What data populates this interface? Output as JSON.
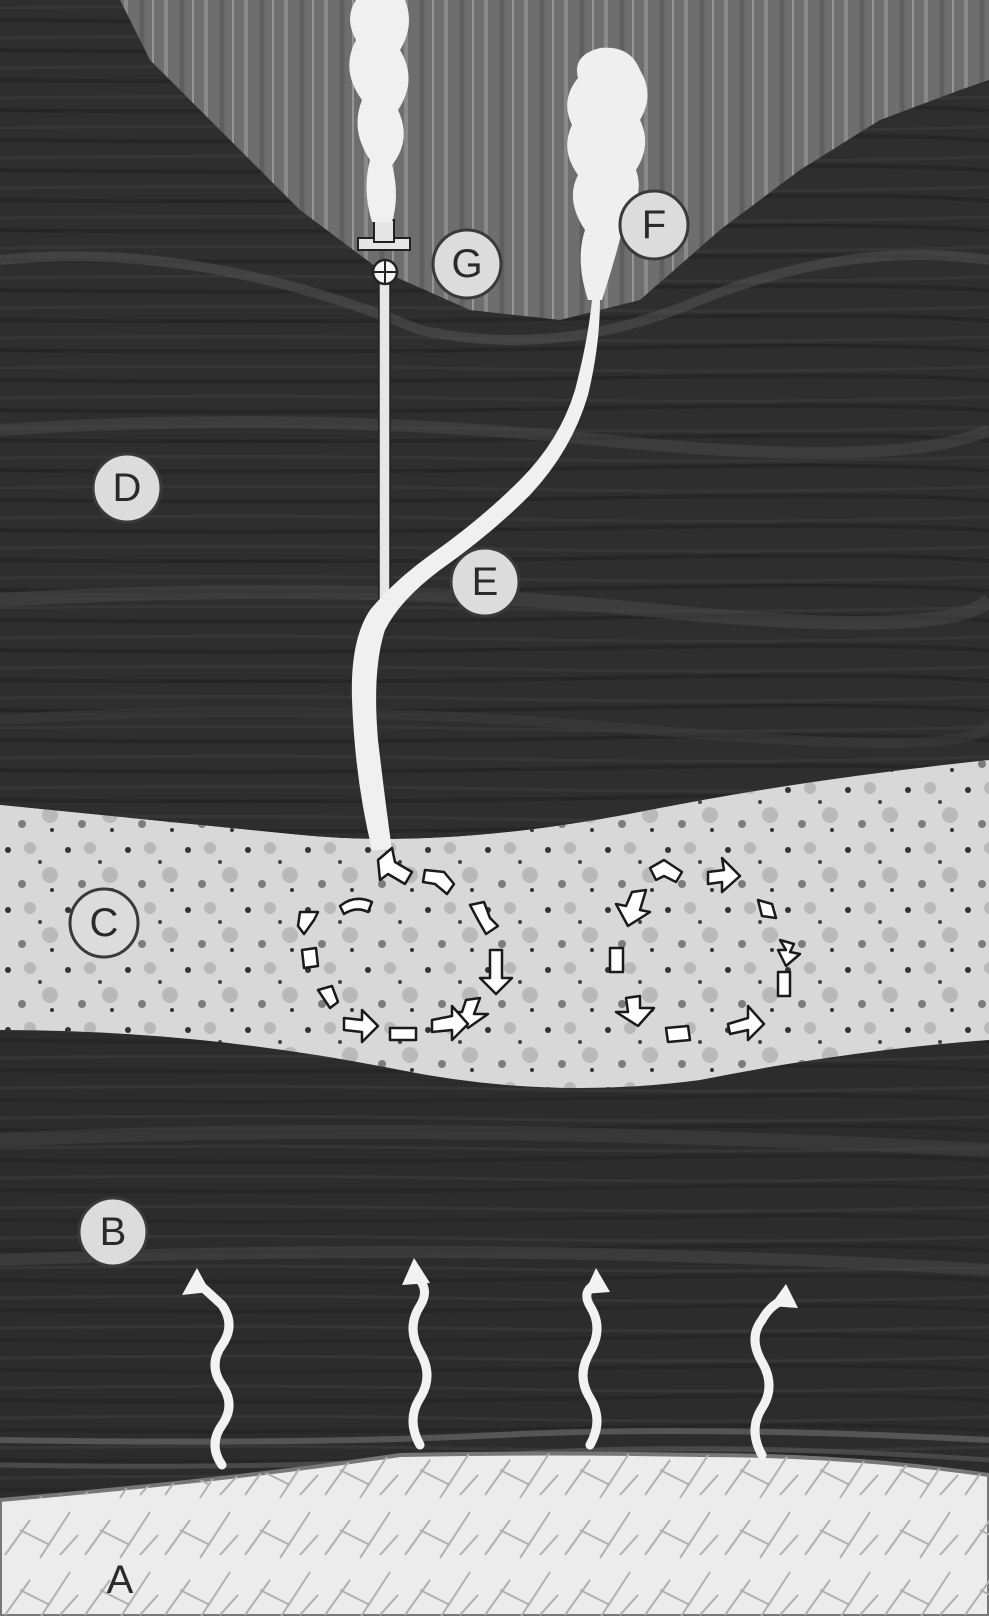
{
  "labels": {
    "A": "A",
    "B": "B",
    "C": "C",
    "D": "D",
    "E": "E",
    "F": "F",
    "G": "G"
  },
  "colors": {
    "sky": "#6e6e6e",
    "rock_dark": "#2e2e2e",
    "rock_mid": "#4a4a4a",
    "reservoir": "#d8d8d8",
    "magma": "#ececec",
    "steam": "#f0f0f0",
    "callout_fill": "#dcdcdc"
  },
  "icons": {
    "well_valve": "valve-icon",
    "heat_flow": "wavy-up-arrow-icon",
    "convection": "circular-arrows-icon"
  }
}
